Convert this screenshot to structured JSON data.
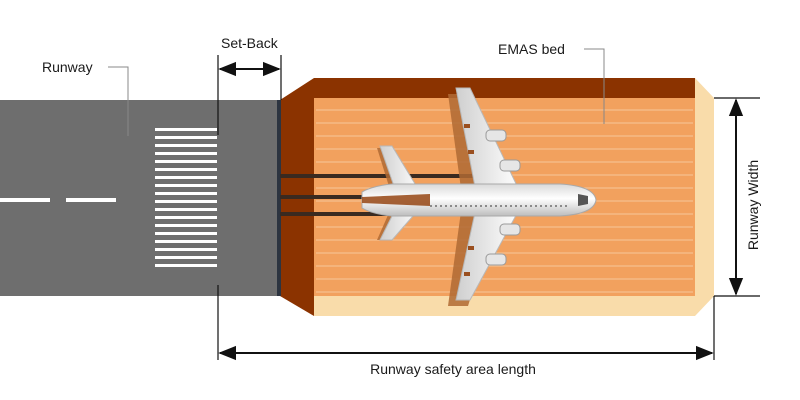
{
  "labels": {
    "runway": "Runway",
    "setback": "Set-Back",
    "emas_bed": "EMAS bed",
    "runway_width": "Runway Width",
    "rsa_length": "Runway safety area length"
  },
  "colors": {
    "runway": "#6e6e6e",
    "emas_bed": "#f2a15e",
    "emas_dark": "#8b3300",
    "emas_edge": "#f9dcaa",
    "markings": "#ffffff",
    "aircraft_body": "#ececec",
    "aircraft_tail": "#9a4f1f"
  },
  "icons": {
    "aircraft": "aircraft-icon"
  }
}
